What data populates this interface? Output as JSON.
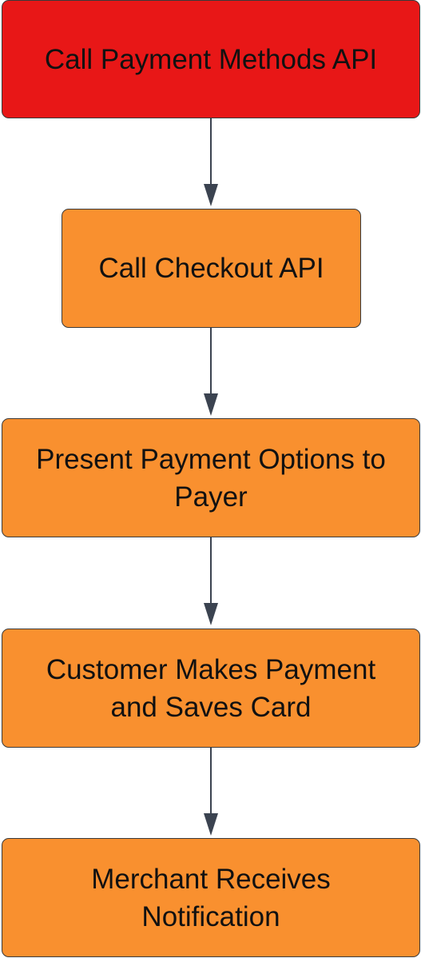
{
  "diagram": {
    "type": "flowchart",
    "steps": [
      {
        "label": "Call Payment Methods API",
        "color": "#e81717"
      },
      {
        "label": "Call Checkout API",
        "color": "#f9902f"
      },
      {
        "label": "Present Payment Options to Payer",
        "color": "#f9902f"
      },
      {
        "label": "Customer Makes Payment and Saves Card",
        "color": "#f9902f"
      },
      {
        "label": "Merchant Receives Notification",
        "color": "#f9902f"
      }
    ],
    "edges": [
      {
        "from": 0,
        "to": 1
      },
      {
        "from": 1,
        "to": 2
      },
      {
        "from": 2,
        "to": 3
      },
      {
        "from": 3,
        "to": 4
      }
    ],
    "connector_color": "#3b4350"
  }
}
